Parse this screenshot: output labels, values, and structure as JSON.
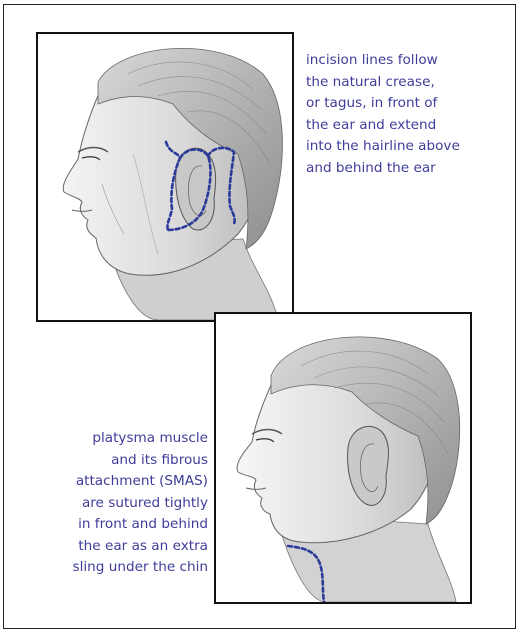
{
  "captions": {
    "incision": {
      "lines": [
        "incision lines follow",
        "the natural crease,",
        "or tagus, in front of",
        "the ear and extend",
        "into the hairline above",
        "and behind the ear"
      ]
    },
    "platysma": {
      "lines": [
        "platysma muscle",
        "and its fibrous",
        "attachment (SMAS)",
        "are sutured tightly",
        "in front and behind",
        "the ear as an extra",
        "sling under the chin"
      ]
    }
  },
  "colors": {
    "caption_text": "#3f3d9a",
    "incision_line": "#2b3a9a",
    "border": "#111111"
  }
}
